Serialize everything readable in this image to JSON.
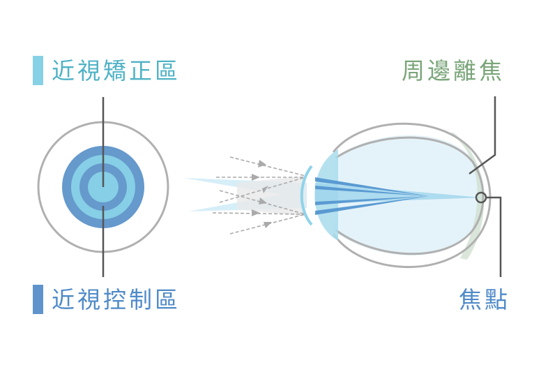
{
  "labels": {
    "correction_zone": "近視矯正區",
    "control_zone": "近視控制區",
    "peripheral_defocus": "周邊離焦",
    "focal_point": "焦點"
  },
  "colors": {
    "correction": "#4fb2c6",
    "correction_bar": "#86d1e6",
    "control": "#4f8ac8",
    "control_bar": "#5f93cc",
    "defocus": "#7aa57a",
    "focal": "#4f8ac8"
  }
}
